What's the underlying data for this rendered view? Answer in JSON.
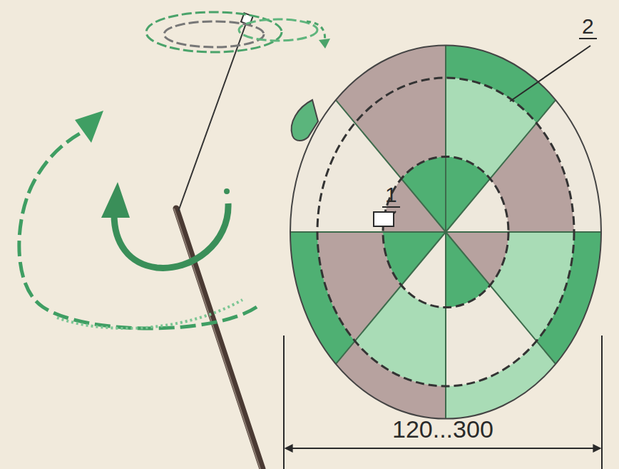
{
  "diagram": {
    "labels": [
      "1",
      "2",
      "120...300"
    ]
  }
}
